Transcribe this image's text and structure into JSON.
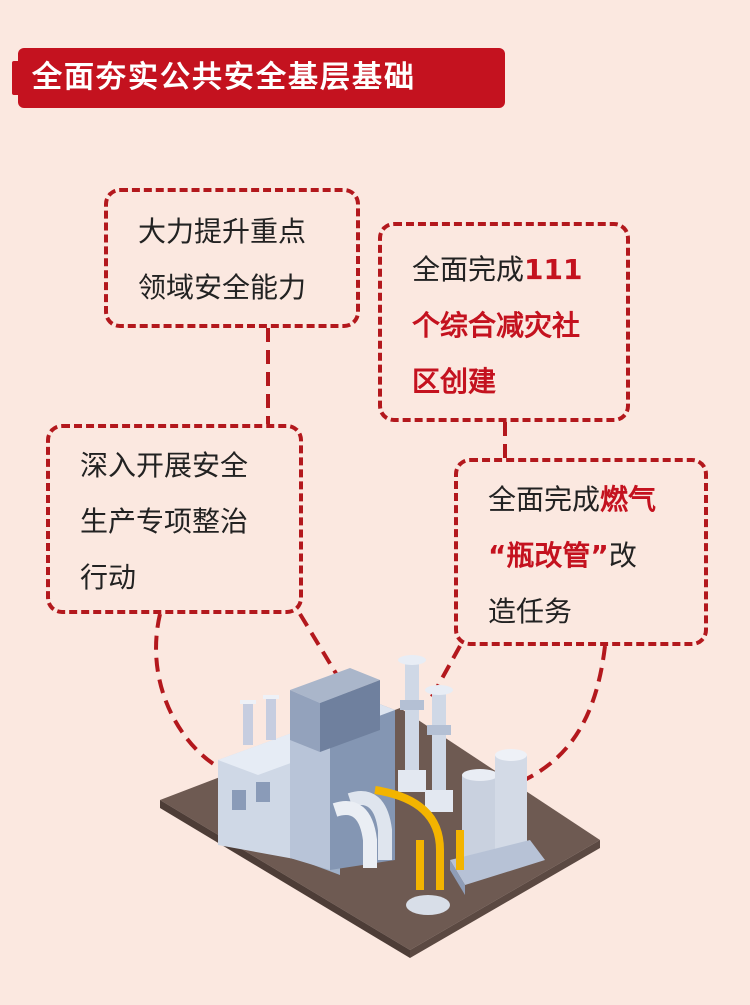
{
  "title": "全面夯实公共安全基层基础",
  "box1": {
    "line1": "大力提升重点",
    "line2": "领域安全能力"
  },
  "box2": {
    "line1_pre": "全面完成",
    "line1_hl": "111",
    "line2": "个综合减灾社",
    "line3": "区创建"
  },
  "box3": {
    "line1": "深入开展安全",
    "line2": "生产专项整治",
    "line3": "行动"
  },
  "box4": {
    "line1_pre": "全面完成",
    "line1_hl": "燃气",
    "line2_hl": "“瓶改管”",
    "line2_post": "改",
    "line3": "造任务"
  },
  "colors": {
    "background": "#fbe8e0",
    "accent": "#c4121f",
    "text": "#222222"
  },
  "icons": [
    "factory-illustration"
  ]
}
